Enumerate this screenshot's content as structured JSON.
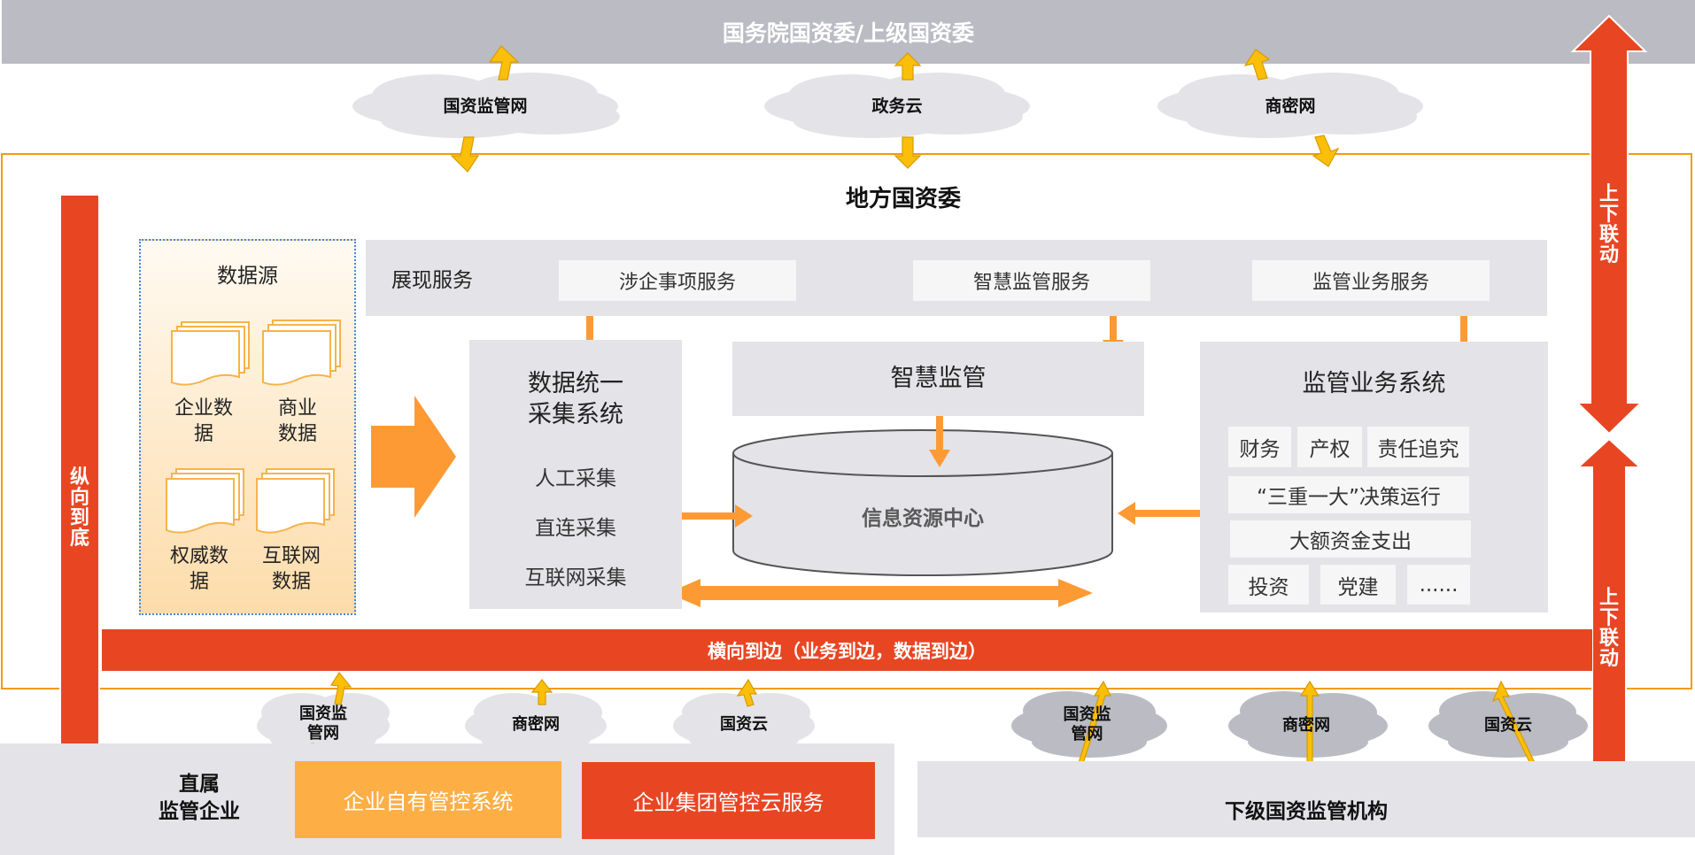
{
  "top": {
    "title": "国务院国资委/上级国资委"
  },
  "top_clouds": [
    {
      "label": "国资监管网"
    },
    {
      "label": "政务云"
    },
    {
      "label": "商密网"
    }
  ],
  "local": {
    "title": "地方国资委"
  },
  "data_source": {
    "title": "数据源",
    "items": [
      {
        "line1": "企业数",
        "line2": "据"
      },
      {
        "line1": "商业",
        "line2": "数据"
      },
      {
        "line1": "权威数",
        "line2": "据"
      },
      {
        "line1": "互联网",
        "line2": "数据"
      }
    ]
  },
  "presentation": {
    "label": "展现服务",
    "services": [
      "涉企事项服务",
      "智慧监管服务",
      "监管业务服务"
    ]
  },
  "collection": {
    "title_line1": "数据统一",
    "title_line2": "采集系统",
    "methods": [
      "人工采集",
      "直连采集",
      "互联网采集"
    ]
  },
  "smart": {
    "title": "智慧监管"
  },
  "resource_center": {
    "title": "信息资源中心"
  },
  "business": {
    "title": "监管业务系统",
    "row1": [
      "财务",
      "产权",
      "责任追究"
    ],
    "row2": "“三重一大”决策运行",
    "row3": "大额资金支出",
    "row4": [
      "投资",
      "党建",
      "......"
    ]
  },
  "arrows": {
    "vertical_left": "纵向到底",
    "updown_top": "上下联动",
    "updown_bottom": "上下联动"
  },
  "horizontal_bar": {
    "label": "横向到边（业务到边，数据到边）"
  },
  "bottom_left_clouds": [
    {
      "line1": "国资监",
      "line2": "管网"
    },
    {
      "line1": "商密网",
      "line2": ""
    },
    {
      "line1": "国资云",
      "line2": ""
    }
  ],
  "bottom_right_clouds": [
    {
      "line1": "国资监",
      "line2": "管网"
    },
    {
      "line1": "商密网",
      "line2": ""
    },
    {
      "line1": "国资云",
      "line2": ""
    }
  ],
  "direct": {
    "label_line1": "直属",
    "label_line2": "监管企业",
    "own_system": "企业自有管控系统",
    "cloud_service": "企业集团管控云服务"
  },
  "lower": {
    "label": "下级国资监管机构"
  },
  "colors": {
    "red": "#e84623",
    "orange": "#fd9a34",
    "yellow": "#fbbf0a",
    "gray_band": "#babbc3",
    "panel": "#e4e3e7",
    "frame": "#f39a13"
  }
}
